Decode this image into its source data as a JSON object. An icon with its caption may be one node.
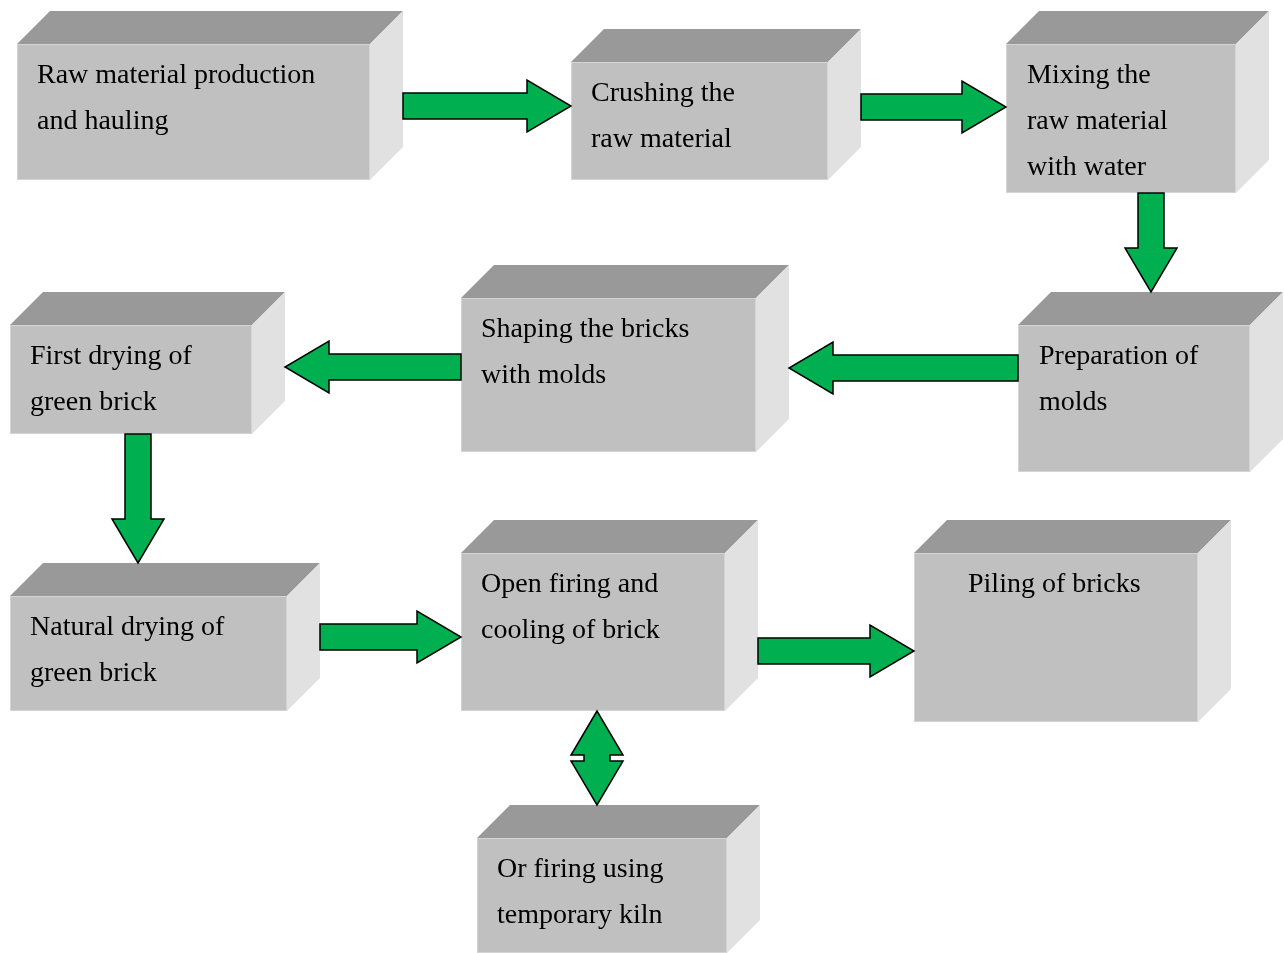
{
  "diagram": {
    "nodes": [
      {
        "text": [
          "Raw material production and hauling"
        ]
      },
      {
        "text": [
          "Crushing the raw material"
        ]
      },
      {
        "text": [
          "Mixing the raw material with water"
        ]
      },
      {
        "text": [
          "Shaping the bricks with molds"
        ]
      },
      {
        "text": [
          "Preparation of molds"
        ]
      },
      {
        "text": [
          "First drying of green brick"
        ]
      },
      {
        "text": [
          "Natural drying of green brick"
        ]
      },
      {
        "text": [
          "Open firing and cooling of brick"
        ]
      },
      {
        "text": [
          "Piling of bricks"
        ]
      },
      {
        "text": [
          "Or firing using temporary kiln"
        ]
      }
    ],
    "edges": [
      {
        "from": 0,
        "to": 1,
        "arrow": "to"
      },
      {
        "from": 1,
        "to": 2,
        "arrow": "to"
      },
      {
        "from": 2,
        "to": 4,
        "arrow": "to"
      },
      {
        "from": 4,
        "to": 3,
        "arrow": "to"
      },
      {
        "from": 3,
        "to": 5,
        "arrow": "to"
      },
      {
        "from": 5,
        "to": 6,
        "arrow": "to"
      },
      {
        "from": 6,
        "to": 7,
        "arrow": "to"
      },
      {
        "from": 7,
        "to": 8,
        "arrow": "to"
      },
      {
        "from": 7,
        "to": 9,
        "arrow": "both"
      }
    ]
  }
}
